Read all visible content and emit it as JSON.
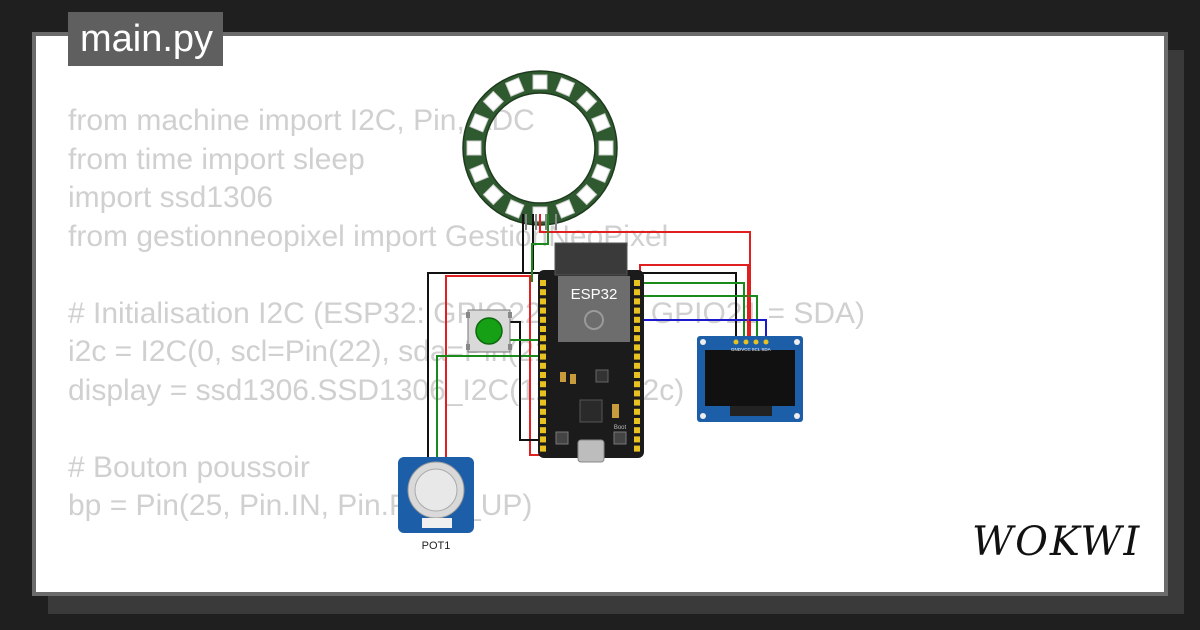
{
  "file": {
    "name": "main.py"
  },
  "code": {
    "lines": [
      "from machine import I2C, Pin, ADC",
      "from time import sleep",
      "import ssd1306",
      "from gestionneopixel import GestionNeoPixel",
      "",
      "# Initialisation I2C (ESP32: GPIO22 = SCL, GPIO21 = SDA)",
      "i2c = I2C(0, scl=Pin(22), sda=Pin(21))",
      "display = ssd1306.SSD1306_I2C(128, 64, i2c)",
      "",
      "# Bouton poussoir",
      "bp = Pin(25, Pin.IN, Pin.PULL_UP)"
    ]
  },
  "components": {
    "esp32_label": "ESP32",
    "pot_label": "POT1",
    "oled_pins": [
      "GND",
      "VCC",
      "SCL",
      "SDA"
    ],
    "boot_label": "Boot"
  },
  "brand": {
    "name": "WOKWI"
  },
  "colors": {
    "wire_black": "#111111",
    "wire_red": "#e02020",
    "wire_green": "#1a8a1a",
    "wire_blue": "#1a1acc",
    "board": "#1b1b1b",
    "oled_pcb": "#1c5fa8",
    "button": "#16a016",
    "ring": "#2f5a2f"
  }
}
